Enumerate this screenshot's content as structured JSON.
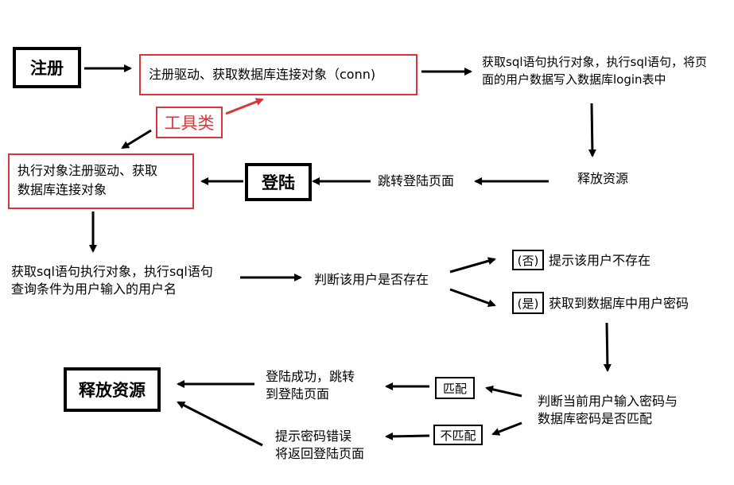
{
  "colors": {
    "accent_red": "#d8363a",
    "line": "#000000"
  },
  "nodes": {
    "register": "注册",
    "driver_conn": "注册驱动、获取数据库连接对象（conn)",
    "tool_class": "工具类",
    "sql_insert": "获取sql语句执行对象，执行sql语句，将页\n面的用户数据写入数据库login表中",
    "release_1": "释放资源",
    "jump_login": "跳转登陆页面",
    "login": "登陆",
    "exec_register": "执行对象注册驱动、获取\n数据库连接对象",
    "sql_query": "获取sql语句执行对象，执行sql语句\n查询条件为用户输入的用户名",
    "judge_exists": "判断该用户是否存在",
    "no_tag": "(否)",
    "user_not_exist": "提示该用户不存在",
    "yes_tag": "(是)",
    "get_password": "获取到数据库中用户密码",
    "judge_match": "判断当前用户输入密码与\n数据库密码是否匹配",
    "match_tag": "匹配",
    "mismatch_tag": "不匹配",
    "login_success": "登陆成功，跳转\n到登陆页面",
    "password_error": "提示密码错误\n将返回登陆页面",
    "release_2": "释放资源"
  }
}
